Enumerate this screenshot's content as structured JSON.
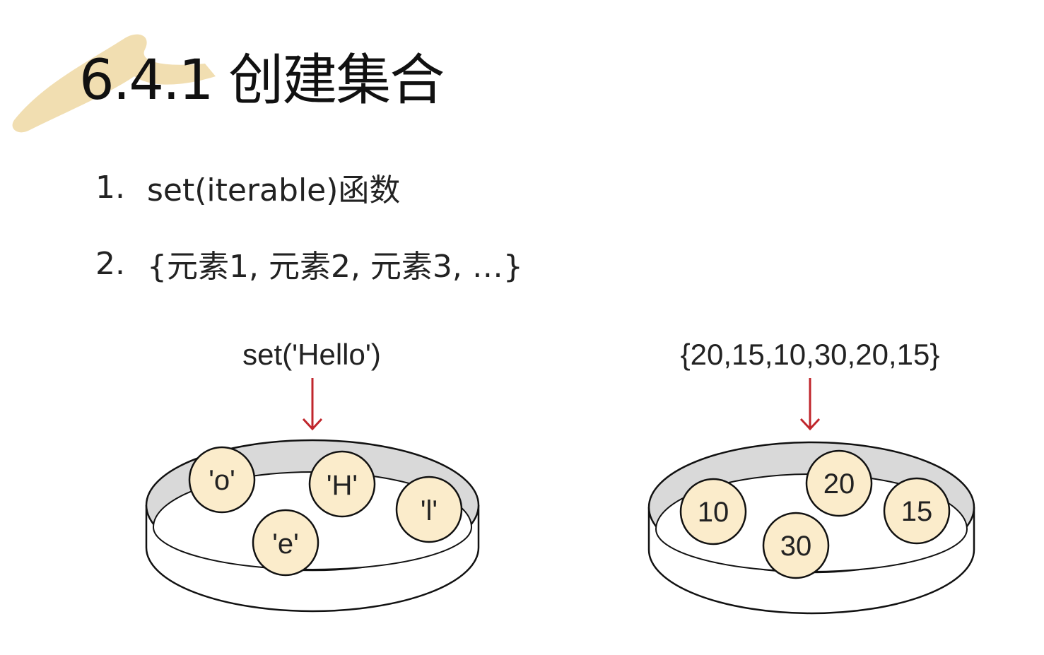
{
  "title": "6.4.1 创建集合",
  "list": [
    {
      "number": "1.",
      "text": "set(iterable)函数"
    },
    {
      "number": "2.",
      "text": "{元素1, 元素2, 元素3, …}"
    }
  ],
  "diagrams": [
    {
      "label": "set('Hello')",
      "elements": [
        "'o'",
        "'H'",
        "'l'",
        "'e'"
      ]
    },
    {
      "label": "{20,15,10,30,20,15}",
      "elements": [
        "20",
        "10",
        "15",
        "30"
      ]
    }
  ],
  "colors": {
    "brush": "#f1deb1",
    "arrow": "#c0262c",
    "ball_fill": "#fbeccb",
    "dish_inner": "#d9d9d9",
    "outline": "#111111"
  }
}
